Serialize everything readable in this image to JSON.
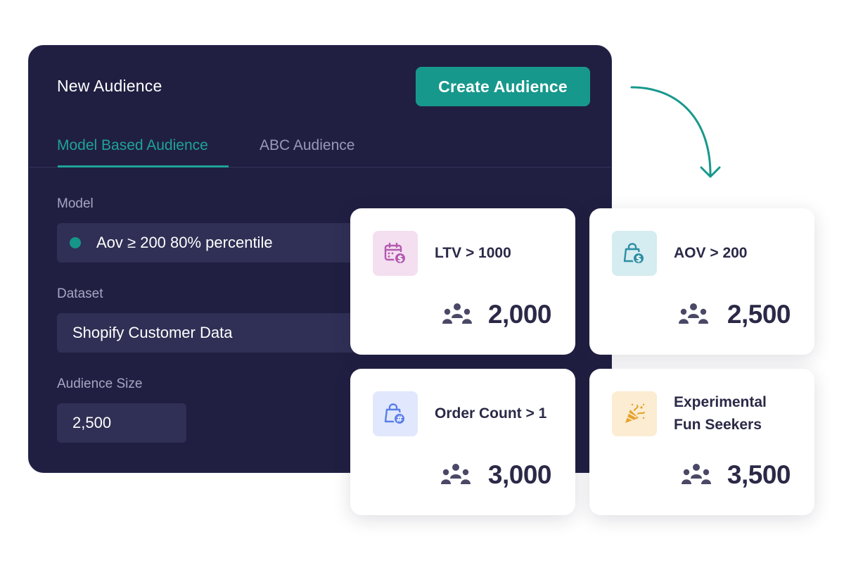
{
  "panel": {
    "title": "New Audience",
    "create_button": "Create Audience",
    "tabs": [
      {
        "label": "Model Based Audience",
        "active": true
      },
      {
        "label": "ABC Audience",
        "active": false
      }
    ],
    "fields": {
      "model": {
        "label": "Model",
        "value": "Aov ≥ 200 80% percentile"
      },
      "dataset": {
        "label": "Dataset",
        "value": "Shopify Customer Data"
      },
      "audience_size": {
        "label": "Audience Size",
        "value": "2,500"
      }
    }
  },
  "cards": [
    {
      "title": "LTV > 1000",
      "count": "2,000",
      "icon": "calendar-dollar-icon",
      "icon_bg": "#f3dff0",
      "icon_color": "#b35ab0"
    },
    {
      "title": "AOV > 200",
      "count": "2,500",
      "icon": "bag-dollar-icon",
      "icon_bg": "#d5ecf0",
      "icon_color": "#2b8ea3"
    },
    {
      "title": "Order Count > 1",
      "count": "3,000",
      "icon": "bag-hash-icon",
      "icon_bg": "#e1e8fd",
      "icon_color": "#5a7ee8"
    },
    {
      "title_line1": "Experimental",
      "title_line2": "Fun Seekers",
      "count": "3,500",
      "icon": "party-popper-icon",
      "icon_bg": "#fbecd2",
      "icon_color": "#e6a22a"
    }
  ],
  "colors": {
    "panel_bg": "#201f42",
    "accent": "#17988c",
    "text_dark": "#2b2947"
  }
}
